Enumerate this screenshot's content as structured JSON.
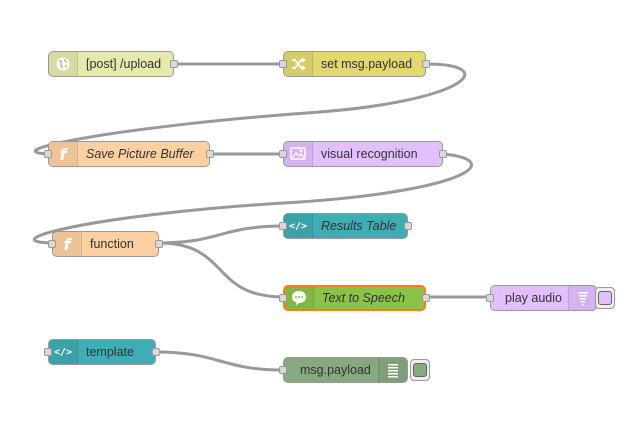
{
  "colors": {
    "http_in": "#e7e7ae",
    "change": "#e2d96e",
    "function": "#fdd0a2",
    "watson": "#e2bfff",
    "template": "#3fadb5",
    "tts": "#8bc34a",
    "tts_border": "#ff7f0e",
    "play_audio": "#e2bfff",
    "debug": "#87a980",
    "wire": "#999999"
  },
  "nodes": {
    "upload": {
      "label": "[post] /upload",
      "icon": "globe-icon"
    },
    "set_payload": {
      "label": "set msg.payload",
      "icon": "shuffle-icon"
    },
    "save_picture": {
      "label": "Save Picture Buffer",
      "icon": "function-icon"
    },
    "visual_recognition": {
      "label": "visual recognition",
      "icon": "image-recognition-icon"
    },
    "function": {
      "label": "function",
      "icon": "function-icon"
    },
    "results_table": {
      "label": "Results Table",
      "icon": "code-icon"
    },
    "tts": {
      "label": "Text to Speech",
      "icon": "speech-bubble-icon"
    },
    "play_audio": {
      "label": "play audio",
      "icon": "audio-wave-icon"
    },
    "template": {
      "label": "template",
      "icon": "code-icon"
    },
    "debug": {
      "label": "msg.payload",
      "icon": "list-icon"
    }
  },
  "glyphs": {
    "function": "f",
    "code": "</>"
  }
}
